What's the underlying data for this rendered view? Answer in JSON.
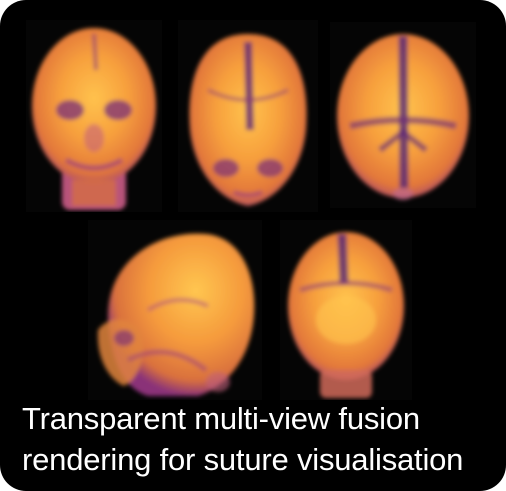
{
  "caption": {
    "line1": "Transparent multi-view fusion",
    "line2": "rendering for suture visualisation"
  },
  "colors": {
    "background": "#000000",
    "render_bright": "#ffc04a",
    "render_mid": "#f28d34",
    "render_edge": "#c85a78",
    "render_suture": "#4a1f7a",
    "caption_text": "#ffffff"
  },
  "views": [
    {
      "name": "frontal view",
      "icon": "skull-render-frontal"
    },
    {
      "name": "top-front view",
      "icon": "skull-render-top-front"
    },
    {
      "name": "top view",
      "icon": "skull-render-top"
    },
    {
      "name": "lateral view",
      "icon": "skull-render-lateral"
    },
    {
      "name": "posterior view",
      "icon": "skull-render-posterior"
    }
  ]
}
